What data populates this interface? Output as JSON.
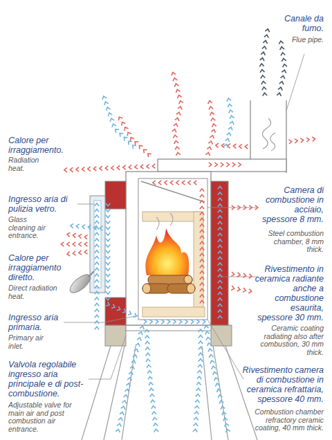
{
  "diagram": {
    "labels": [
      "Canale da fumo.",
      "Flue pipe.",
      "Calore per irraggiamento.",
      "Radiation heat.",
      "Ingresso aria di pulizia vetro.",
      "Glass cleaning air entrance.",
      "Calore per irraggiamento diretto.",
      "Direct radiation heat.",
      "Ingresso aria primaria.",
      "Primary air inlet.",
      "Valvola regolabile ingresso aria principale e di post-combustione.",
      "Adjustable valve for main air and post combustion air entrance.",
      "Camera di combustione in acciaio, spessore 8 mm.",
      "Steel combustion chamber, 8 mm thick.",
      "Rivestimento in ceramica radiante anche a combustione esaurita, spessore 30 mm.",
      "Ceramic coating radiating also after combustion, 30 mm thick.",
      "Rivestimento camera di combustione in ceramica refrattaria, spessore 40 mm.",
      "Combustion chamber refractory ceramic coating, 40 mm thick."
    ]
  }
}
